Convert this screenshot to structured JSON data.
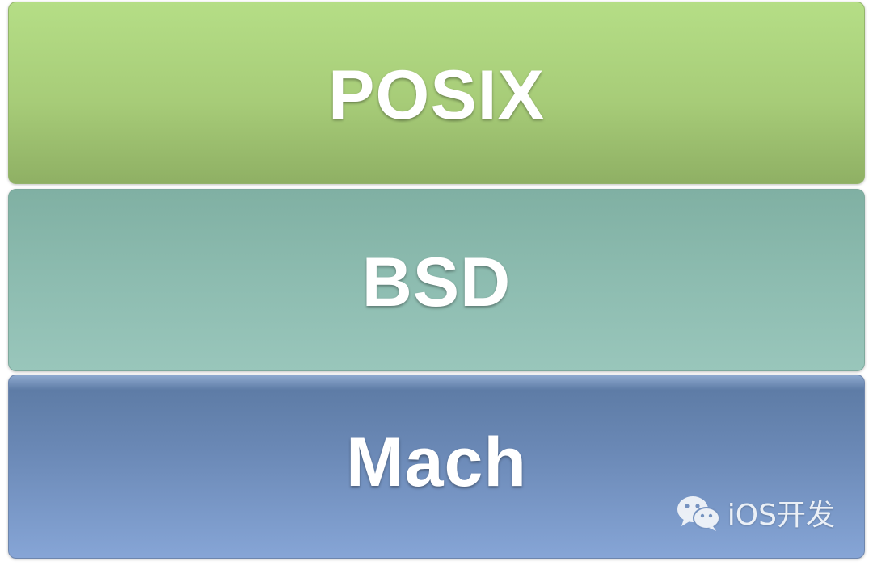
{
  "diagram": {
    "layers": [
      {
        "label": "POSIX",
        "color": "#a7cc78"
      },
      {
        "label": "BSD",
        "color": "#8dbcb0"
      },
      {
        "label": "Mach",
        "color": "#6a88b5"
      }
    ]
  },
  "watermark": {
    "icon": "wechat-icon",
    "text": "iOS开发"
  }
}
